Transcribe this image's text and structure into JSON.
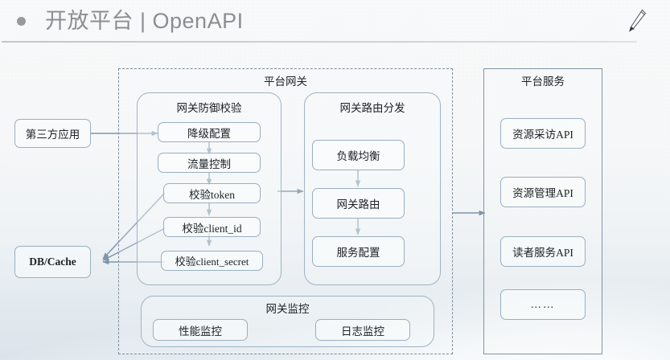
{
  "header": {
    "bullet": "bullet-dot",
    "title": "开放平台 | OpenAPI",
    "pencil_icon": "pencil-icon"
  },
  "colors": {
    "title_text": "#8b8e91",
    "node_border": "#9aafc0",
    "group_border": "#9fb3c3",
    "outer_border": "#7d8d99",
    "arrow": "#7e95a8",
    "node_text": "#1d2125",
    "background": "#f4f6f7"
  },
  "external": {
    "third_party": "第三方应用",
    "db_cache": "DB/Cache"
  },
  "gateway": {
    "title": "平台网关",
    "defense": {
      "title": "网关防御校验",
      "steps": [
        "降级配置",
        "流量控制",
        "校验token",
        "校验client_id",
        "校验client_secret"
      ]
    },
    "routing": {
      "title": "网关路由分发",
      "steps": [
        "负载均衡",
        "网关路由",
        "服务配置"
      ]
    },
    "monitor": {
      "title": "网关监控",
      "items": [
        "性能监控",
        "日志监控"
      ]
    }
  },
  "services": {
    "title": "平台服务",
    "items": [
      "资源采访API",
      "资源管理API",
      "读者服务API",
      "……"
    ]
  }
}
